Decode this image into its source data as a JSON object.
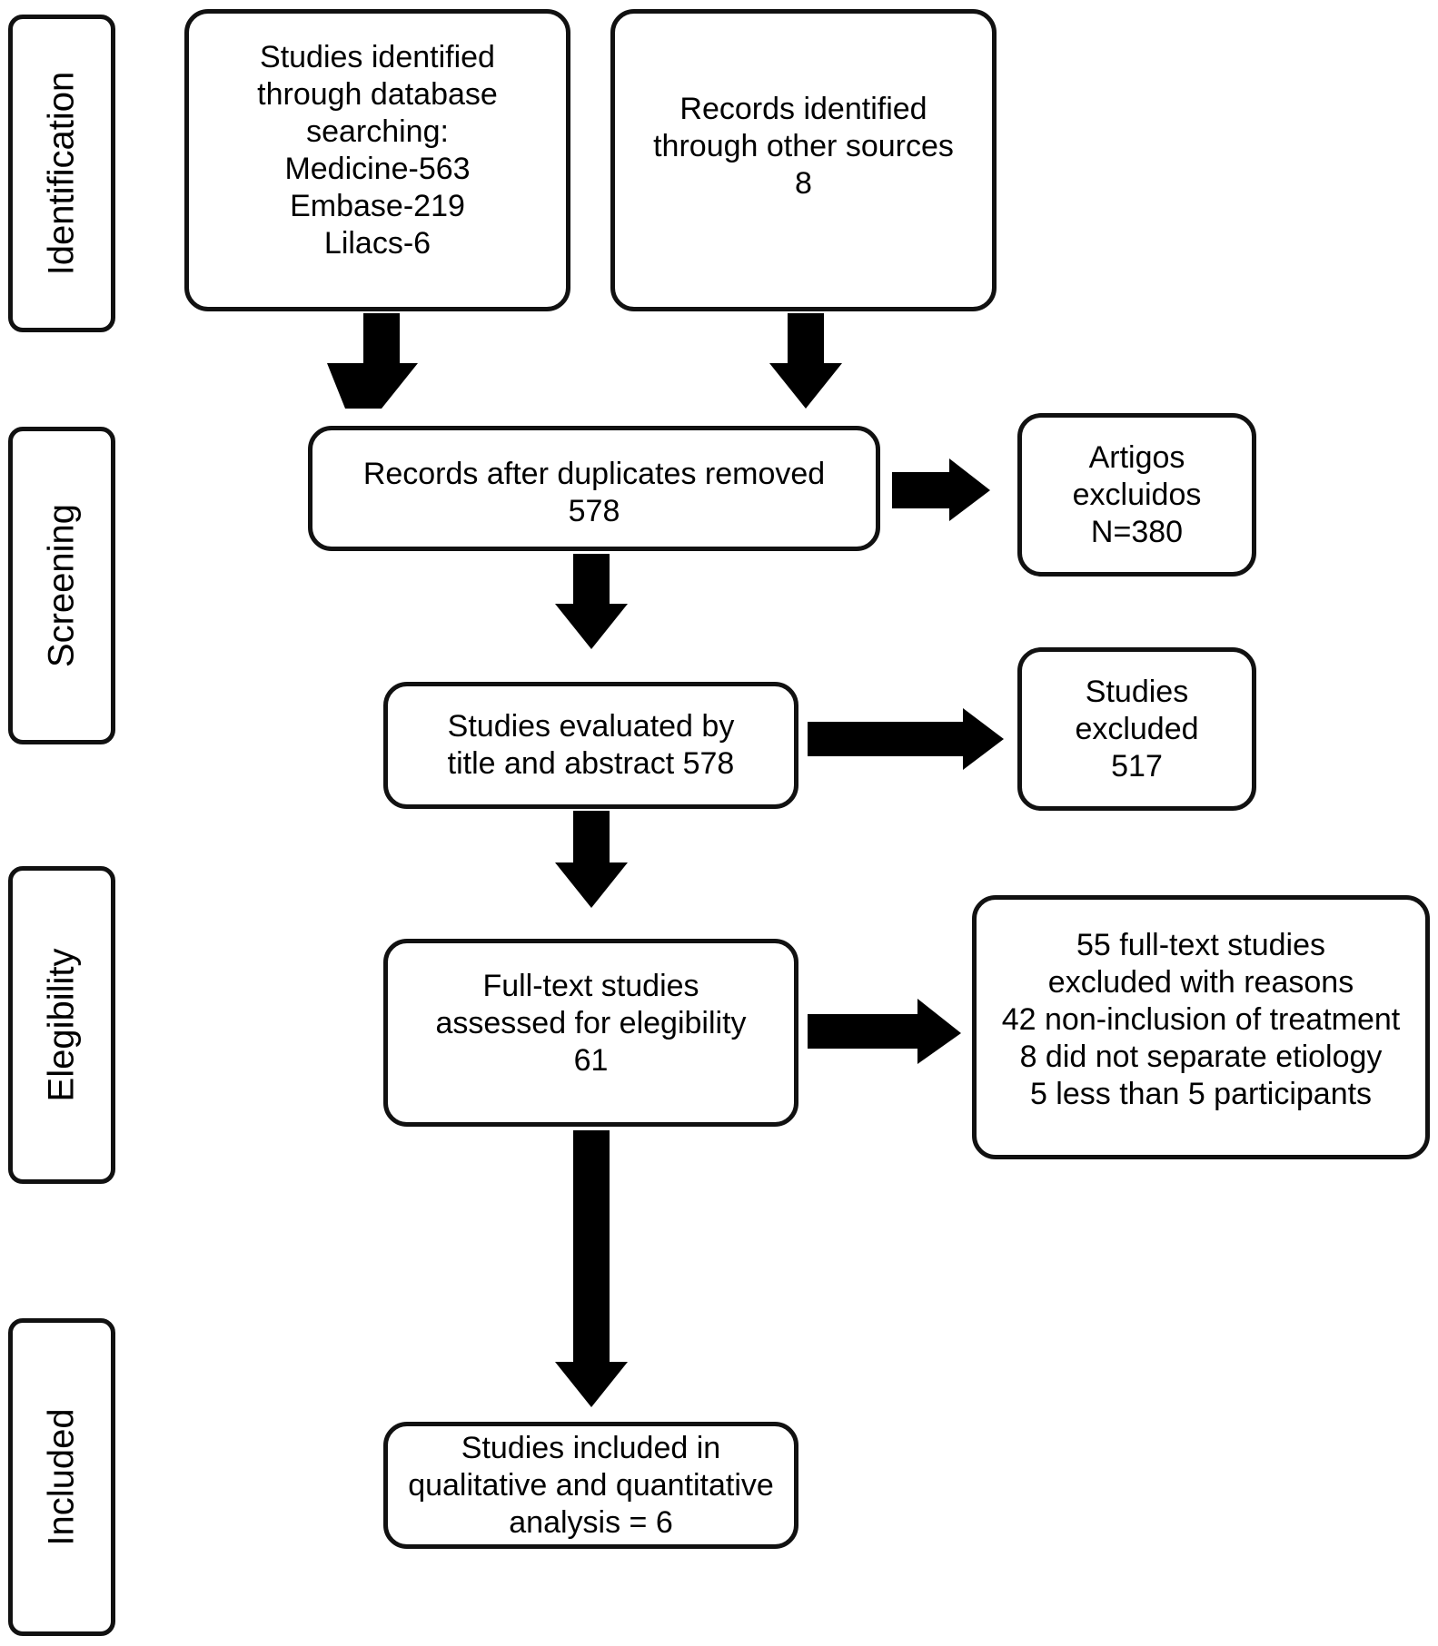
{
  "stages": {
    "identification": "Identification",
    "screening": "Screening",
    "elegibility": "Elegibility",
    "included": "Included"
  },
  "boxes": {
    "database_search": [
      "Studies identified",
      "through database",
      "searching:",
      "Medicine-563",
      "Embase-219",
      "Lilacs-6"
    ],
    "other_sources": [
      "Records identified",
      "through other sources",
      "8"
    ],
    "after_duplicates": [
      "Records after duplicates removed",
      "578"
    ],
    "artigos_excluidos": [
      "Artigos",
      "excluidos",
      "N=380"
    ],
    "title_abstract": [
      "Studies evaluated by",
      "title and abstract 578"
    ],
    "studies_excluded": [
      "Studies",
      "excluded",
      "517"
    ],
    "full_text": [
      "Full-text studies",
      "assessed for elegibility",
      "61"
    ],
    "full_text_excluded": [
      "55 full-text studies",
      "excluded with reasons",
      "42 non-inclusion of treatment",
      "8 did not separate etiology",
      "5 less than 5 participants"
    ],
    "included": [
      "Studies included in",
      "qualitative and quantitative",
      "analysis = 6"
    ]
  }
}
